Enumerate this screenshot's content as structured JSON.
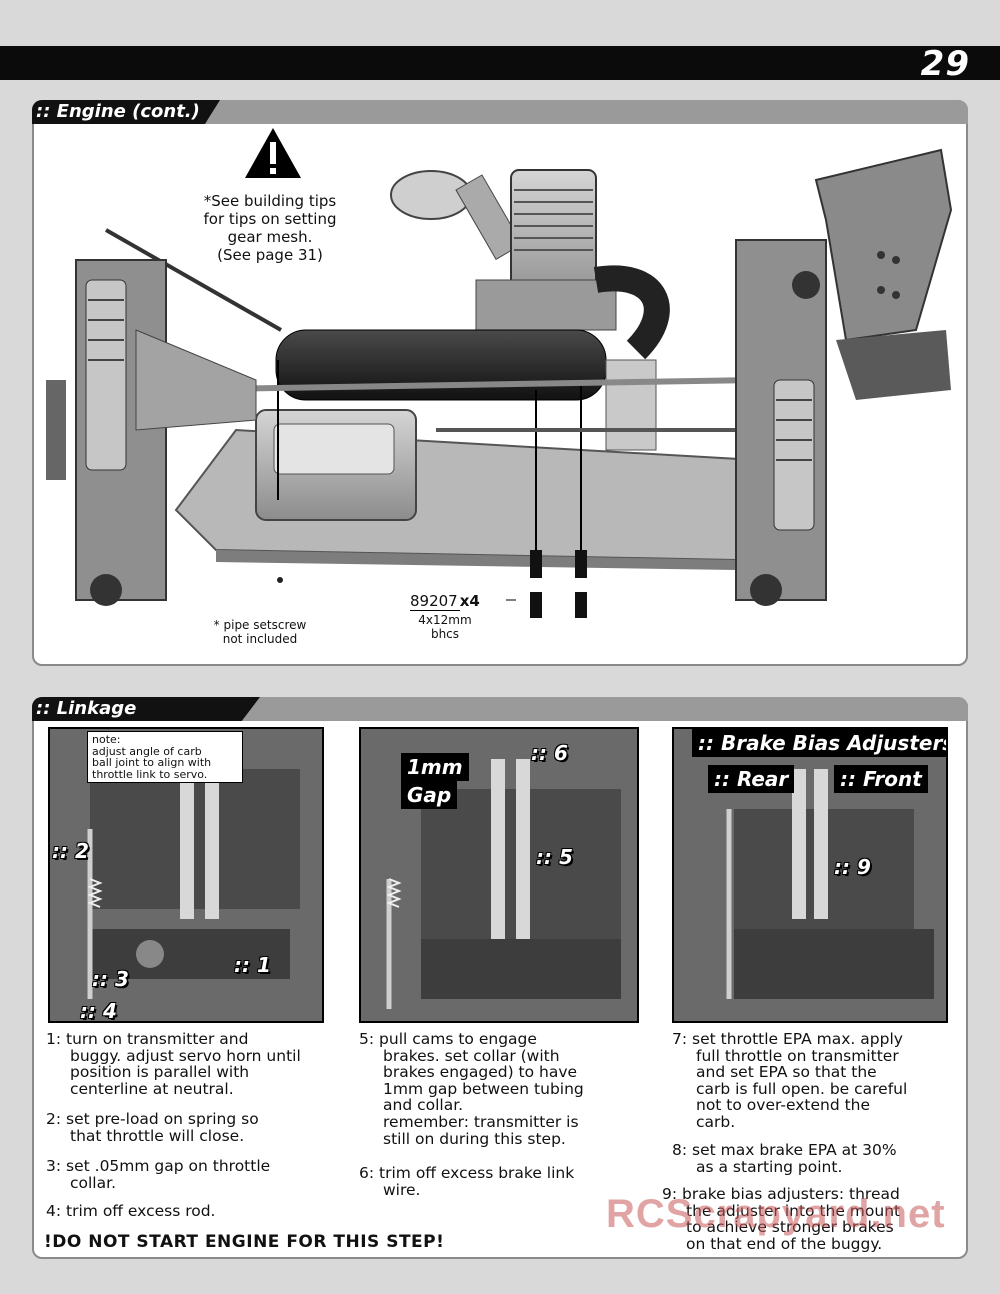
{
  "page": {
    "number": "29"
  },
  "engine_section": {
    "title": ":: Engine (cont.)",
    "tip_note": [
      "*See building tips",
      "for tips on setting",
      "gear mesh.",
      "(See page 31)"
    ],
    "part": {
      "number": "89207",
      "qty": "x4",
      "desc1": "4x12mm",
      "desc2": "bhcs"
    },
    "pipe_note": [
      "* pipe setscrew",
      "not included"
    ]
  },
  "linkage_section": {
    "title": ":: Linkage Adjustment",
    "photo1": {
      "note": [
        "note:",
        "adjust angle of carb",
        "ball joint to align with",
        "throttle link to servo."
      ],
      "callouts": {
        "c1": ":: 1",
        "c2": ":: 2",
        "c3": ":: 3",
        "c4": ":: 4"
      }
    },
    "photo2": {
      "gap_label1": "1mm",
      "gap_label2": "Gap",
      "callouts": {
        "c5": ":: 5",
        "c6": ":: 6"
      }
    },
    "photo3": {
      "title": ":: Brake Bias Adjusters",
      "rear": ":: Rear",
      "front": ":: Front",
      "callouts": {
        "c9": ":: 9"
      }
    },
    "steps_col1": [
      {
        "num": "1:",
        "lines": [
          "turn on transmitter and",
          "buggy. adjust servo horn until",
          "position is parallel with",
          "centerline at neutral."
        ]
      },
      {
        "num": "2:",
        "lines": [
          "set pre-load on spring so",
          "that throttle will close."
        ]
      },
      {
        "num": "3:",
        "lines": [
          "set .05mm gap on throttle",
          "collar."
        ]
      },
      {
        "num": "4:",
        "lines": [
          "trim off excess rod."
        ]
      }
    ],
    "steps_col2": [
      {
        "num": "5:",
        "lines": [
          "pull cams to engage",
          "brakes. set collar (with",
          "brakes engaged) to have",
          "1mm gap between tubing",
          "and collar.",
          "remember: transmitter is",
          "still on during this step."
        ]
      },
      {
        "num": "6:",
        "lines": [
          "trim off excess brake link",
          "wire."
        ]
      }
    ],
    "steps_col3": [
      {
        "num": "7:",
        "lines": [
          "set throttle EPA max. apply",
          "full throttle on transmitter",
          "and set EPA so that the",
          "carb is full open. be careful",
          "not to over-extend the",
          "carb."
        ]
      },
      {
        "num": "8:",
        "lines": [
          "set max brake EPA at 30%",
          "as a starting point."
        ]
      },
      {
        "num": "9:",
        "lines": [
          "brake bias adjusters: thread",
          "the adjuster into the mount",
          "to achieve stronger brakes",
          "on that end of the buggy."
        ]
      }
    ],
    "warning": "!DO NOT START ENGINE FOR THIS STEP!"
  },
  "watermark": "RCScrapyard.net"
}
